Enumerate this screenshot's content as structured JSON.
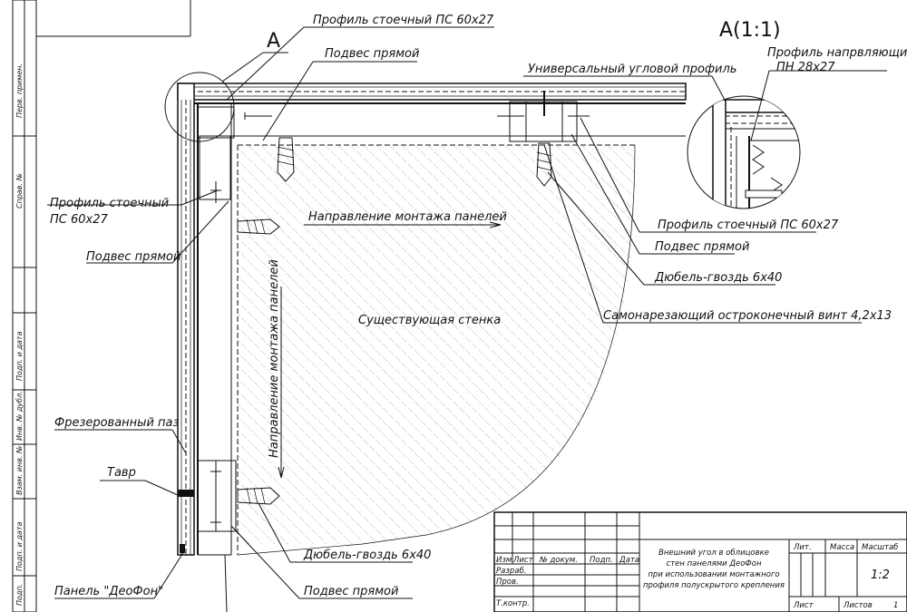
{
  "view_label": "A",
  "detail_label": "A(1:1)",
  "callouts": {
    "stud_profile_top": "Профиль стоечный ПС 60х27",
    "direct_hanger_top": "Подвес прямой",
    "universal_corner": "Универсальный угловой профиль",
    "guide_profile_line1": "Профиль напрвляющий",
    "guide_profile_line2": "ПН 28х27",
    "stud_profile_left_line1": "Профиль стоечный",
    "stud_profile_left_line2": "ПС 60х27",
    "direct_hanger_left": "Подвес прямой",
    "mount_direction_h": "Направление монтажа панелей",
    "mount_direction_v": "Направление монтажа панелей",
    "existing_wall": "Существующая стенка",
    "stud_profile_right": "Профиль стоечный ПС 60х27",
    "direct_hanger_right": "Подвес прямой",
    "dowel_right": "Дюбель-гвоздь 6х40",
    "screw_right": "Самонарезающий остроконечный винт 4,2х13",
    "milled_groove": "Фрезерованный паз",
    "tee": "Тавр",
    "dowel_bottom": "Дюбель-гвоздь 6х40",
    "panel_deofon": "Панель \"ДеоФон\"",
    "direct_hanger_bottom": "Подвес прямой"
  },
  "side_stamp": {
    "s1": "Перв. примен.",
    "s2": "Справ. №",
    "s3": "Подп. и дата",
    "s4": "Инв. № дубл.",
    "s5": "Взам. инв. №",
    "s6": "Подп. и дата",
    "s7": "Подп."
  },
  "title_block": {
    "h_izm": "Изм",
    "h_list": "Лист",
    "h_doc": "№ докум.",
    "h_podp": "Подп.",
    "h_data": "Дата",
    "r_razrab": "Разраб.",
    "r_prov": "Пров.",
    "r_tkontr": "Т.контр.",
    "desc_line1": "Внешний угол в облицовке",
    "desc_line2": "стен панелями ДеоФон",
    "desc_line3": "при использовании монтажного",
    "desc_line4": "профиля полускрытого крепления",
    "lit": "Лит.",
    "massa": "Масса",
    "masshtab": "Масштаб",
    "scale_value": "1:2",
    "list": "Лист",
    "listov": "Листов",
    "listov_value": "1"
  }
}
